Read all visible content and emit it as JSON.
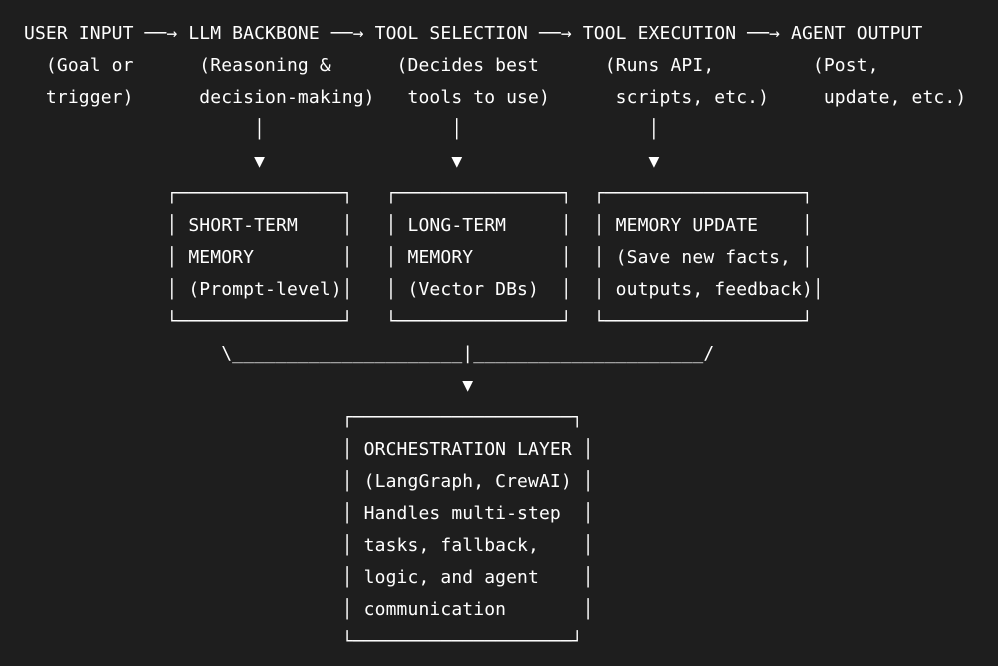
{
  "diagram_lines": [
    "USER INPUT ──→ LLM BACKBONE ──→ TOOL SELECTION ──→ TOOL EXECUTION ──→ AGENT OUTPUT",
    "  (Goal or      (Reasoning &      (Decides best      (Runs API,         (Post,",
    "  trigger)      decision-making)   tools to use)      scripts, etc.)     update, etc.)",
    "                     │                 │                 │",
    "                     ▼                 ▼                 ▼",
    "             ┌───────────────┐   ┌───────────────┐  ┌──────────────────┐",
    "             │ SHORT-TERM    │   │ LONG-TERM     │  │ MEMORY UPDATE    │",
    "             │ MEMORY        │   │ MEMORY        │  │ (Save new facts, │",
    "             │ (Prompt-level)│   │ (Vector DBs)  │  │ outputs, feedback)│",
    "             └───────────────┘   └───────────────┘  └──────────────────┘",
    "                  \\_____________________|_____________________/",
    "                                        ▼",
    "                             ┌────────────────────┐",
    "                             │ ORCHESTRATION LAYER │",
    "                             │ (LangGraph, CrewAI) │",
    "                             │ Handles multi-step  │",
    "                             │ tasks, fallback,    │",
    "                             │ logic, and agent    │",
    "                             │ communication       │",
    "                             └────────────────────┘"
  ]
}
